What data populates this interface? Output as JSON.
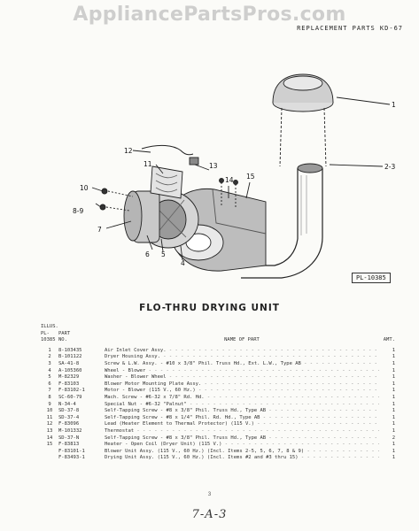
{
  "watermark": "AppliancePartsPros.com",
  "header": {
    "right_text": "REPLACEMENT PARTS KD-67"
  },
  "diagram": {
    "callouts": [
      "1",
      "2-3",
      "12",
      "13",
      "11",
      "14",
      "15",
      "10",
      "8-9",
      "7",
      "6",
      "5",
      "4"
    ],
    "reference": "PL-10385"
  },
  "title": "FLO-THRU DRYING UNIT",
  "table": {
    "headers": {
      "ill_top": "ILLUS.",
      "ill_bottom": "PL-10385",
      "part_top": "PART",
      "part_bottom": "NO.",
      "name": "NAME OF PART",
      "amt": "AMT."
    },
    "rows": [
      {
        "ill": "1",
        "part": "8-103435",
        "name": "Air Inlet Cover Assy.",
        "amt": "1"
      },
      {
        "ill": "2",
        "part": "B-101122",
        "name": "Dryer Housing Assy.",
        "amt": "1"
      },
      {
        "ill": "3",
        "part": "SA-41-8",
        "name": "Screw & L.W. Assy. - #10 x 3/8\" Phil. Truss Hd., Ext. L.W., Type AB",
        "amt": "1"
      },
      {
        "ill": "4",
        "part": "A-105360",
        "name": "Wheel - Blower",
        "amt": "1"
      },
      {
        "ill": "5",
        "part": "M-82329",
        "name": "Washer - Blower Wheel",
        "amt": "1"
      },
      {
        "ill": "6",
        "part": "F-83103",
        "name": "Blower Motor Mounting Plate Assy.",
        "amt": "1"
      },
      {
        "ill": "7",
        "part": "F-83102-1",
        "name": "Motor - Blower (115 V., 60 Hz.)",
        "amt": "1"
      },
      {
        "ill": "8",
        "part": "SC-60-79",
        "name": "Mach. Screw - #6-32 x 7/8\" Rd. Hd.",
        "amt": "1"
      },
      {
        "ill": "9",
        "part": "N-34-4",
        "name": "Special Nut - #6-32 \"Palnut\"",
        "amt": "1"
      },
      {
        "ill": "10",
        "part": "SD-37-8",
        "name": "Self-Tapping Screw - #8 x 3/8\" Phil. Truss Hd., Type AB",
        "amt": "1"
      },
      {
        "ill": "11",
        "part": "SD-37-4",
        "name": "Self-Tapping Screw - #8 x 1/4\" Phil. Rd. Hd., Type AB",
        "amt": "1"
      },
      {
        "ill": "12",
        "part": "F-83096",
        "name": "Lead (Heater Element to Thermal Protector) (115 V.)",
        "amt": "1"
      },
      {
        "ill": "13",
        "part": "M-101332",
        "name": "Thermostat",
        "amt": "1"
      },
      {
        "ill": "14",
        "part": "SD-37-N",
        "name": "Self-Tapping Screw - #8 x 3/8\" Phil. Truss Hd., Type AB",
        "amt": "2"
      },
      {
        "ill": "15",
        "part": "F-83813",
        "name": "Heater - Open Coil (Dryer Unit) (115 V.)",
        "amt": "1"
      },
      {
        "ill": "",
        "part": "F-83101-1",
        "name": "Blower Unit Assy. (115 V., 60 Hz.) (Incl. Items 2-5, 5, 6, 7, 8 & 9)",
        "amt": "1"
      },
      {
        "ill": "",
        "part": "F-83493-1",
        "name": "Drying Unit Assy. (115 V., 60 Hz.) (Incl. Items #2 and #3 thru 15)",
        "amt": "1"
      }
    ]
  },
  "page_number": "3",
  "signature": "7-A-3"
}
